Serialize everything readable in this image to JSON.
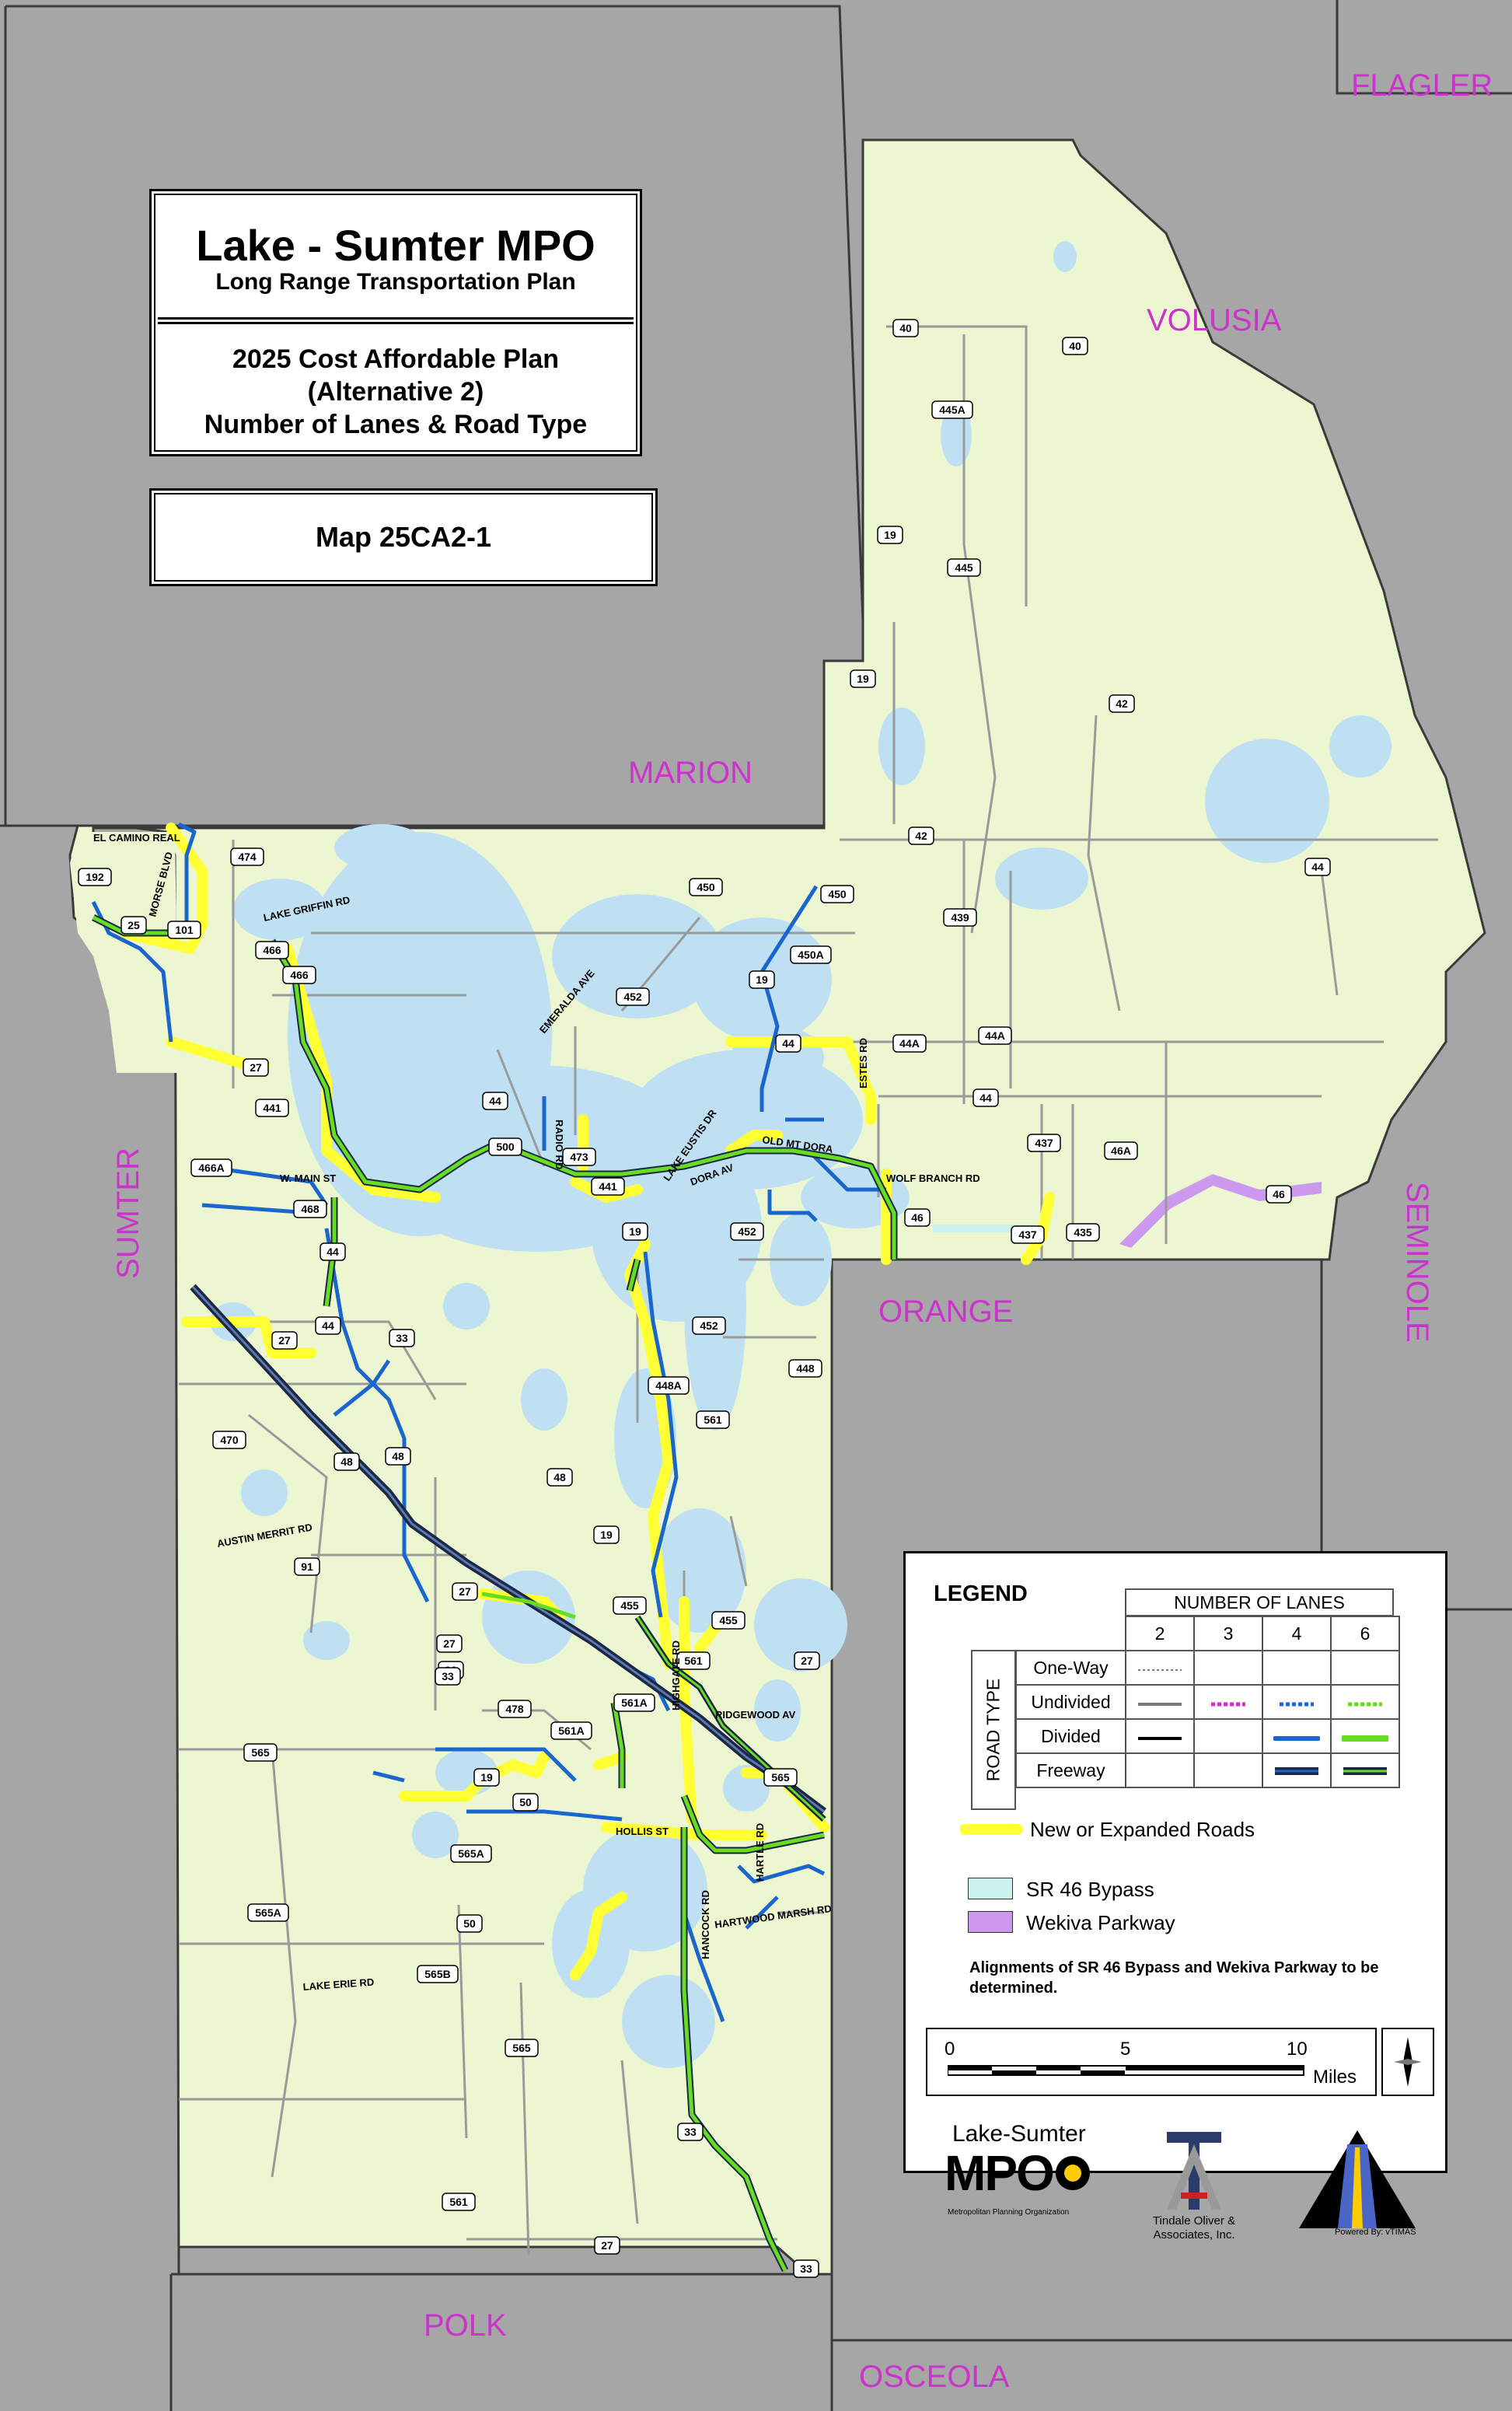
{
  "title_block": {
    "title": "Lake - Sumter MPO",
    "subtitle": "Long Range Transportation Plan",
    "plan_line1": "2025 Cost Affordable Plan",
    "plan_line2": "(Alternative 2)",
    "plan_line3": "Number of Lanes & Road Type",
    "map_id": "Map 25CA2-1"
  },
  "counties": {
    "flagler": "FLAGLER",
    "volusia": "VOLUSIA",
    "marion": "MARION",
    "sumter": "SUMTER",
    "seminole": "SEMINOLE",
    "orange": "ORANGE",
    "polk": "POLK",
    "osceola": "OSCEOLA"
  },
  "road_labels": [
    "EL CAMINO REAL",
    "MORSE BLVD",
    "LAKE GRIFFIN RD",
    "EMERALDA AVE",
    "RADIO RD",
    "LAKE EUSTIS DR",
    "OLD MT DORA",
    "DORA AV",
    "ESTES RD",
    "WOLF BRANCH RD",
    "W. MAIN ST",
    "AUSTIN MERRIT RD",
    "RIDGEWOOD AV",
    "HOLLIS ST",
    "HARTLE RD",
    "HANCOCK RD",
    "HARTWOOD MARSH RD",
    "LAKE ERIE RD",
    "HIGHGATE RD"
  ],
  "route_shields": [
    "40",
    "40",
    "445A",
    "19",
    "445",
    "19",
    "42",
    "42",
    "44",
    "450",
    "450",
    "439",
    "450A",
    "19",
    "452",
    "452",
    "44",
    "44A",
    "44A",
    "44",
    "437",
    "46A",
    "46",
    "46",
    "437",
    "435",
    "473",
    "441",
    "500",
    "44",
    "19",
    "452",
    "448",
    "448A",
    "561",
    "48",
    "19",
    "455",
    "561",
    "561A",
    "455",
    "478",
    "561A",
    "27",
    "91",
    "565",
    "19",
    "50",
    "565A",
    "50",
    "565A",
    "565B",
    "565",
    "33",
    "561",
    "27",
    "33",
    "474",
    "192",
    "25",
    "101",
    "466",
    "466",
    "27",
    "441",
    "466A",
    "468",
    "44",
    "44",
    "27",
    "33",
    "470",
    "48",
    "48",
    "91",
    "27",
    "33",
    "27",
    "565"
  ],
  "legend": {
    "title": "LEGEND",
    "lanes_header": "NUMBER OF LANES",
    "lane_columns": [
      "2",
      "3",
      "4",
      "6"
    ],
    "road_type_label": "ROAD TYPE",
    "road_types": [
      "One-Way",
      "Undivided",
      "Divided",
      "Freeway"
    ],
    "new_roads": "New or Expanded Roads",
    "sr46_bypass": "SR 46 Bypass",
    "wekiva": "Wekiva Parkway",
    "note": "Alignments of SR 46 Bypass and Wekiva Parkway to be determined.",
    "scale_ticks": [
      "0",
      "5",
      "10"
    ],
    "scale_unit": "Miles",
    "logo_lake": "Lake-Sumter",
    "logo_mpo": "MPO",
    "logo_mpo_sub": "Metropolitan Planning Organization",
    "logo_to": "Tindale Oliver & Associates, Inc.",
    "logo_vt": "Powered By: vTIMAS"
  },
  "colors": {
    "land": "#ecf7d2",
    "outside": "#a6a6a6",
    "water": "#bfe0f3",
    "new_road": "#ffff33",
    "four_lane": "#1a66cc",
    "six_lane": "#66dd22",
    "freeway": "#1b2745",
    "wekiva": "#cc99ee",
    "sr46_bypass": "#ccf2ef"
  }
}
